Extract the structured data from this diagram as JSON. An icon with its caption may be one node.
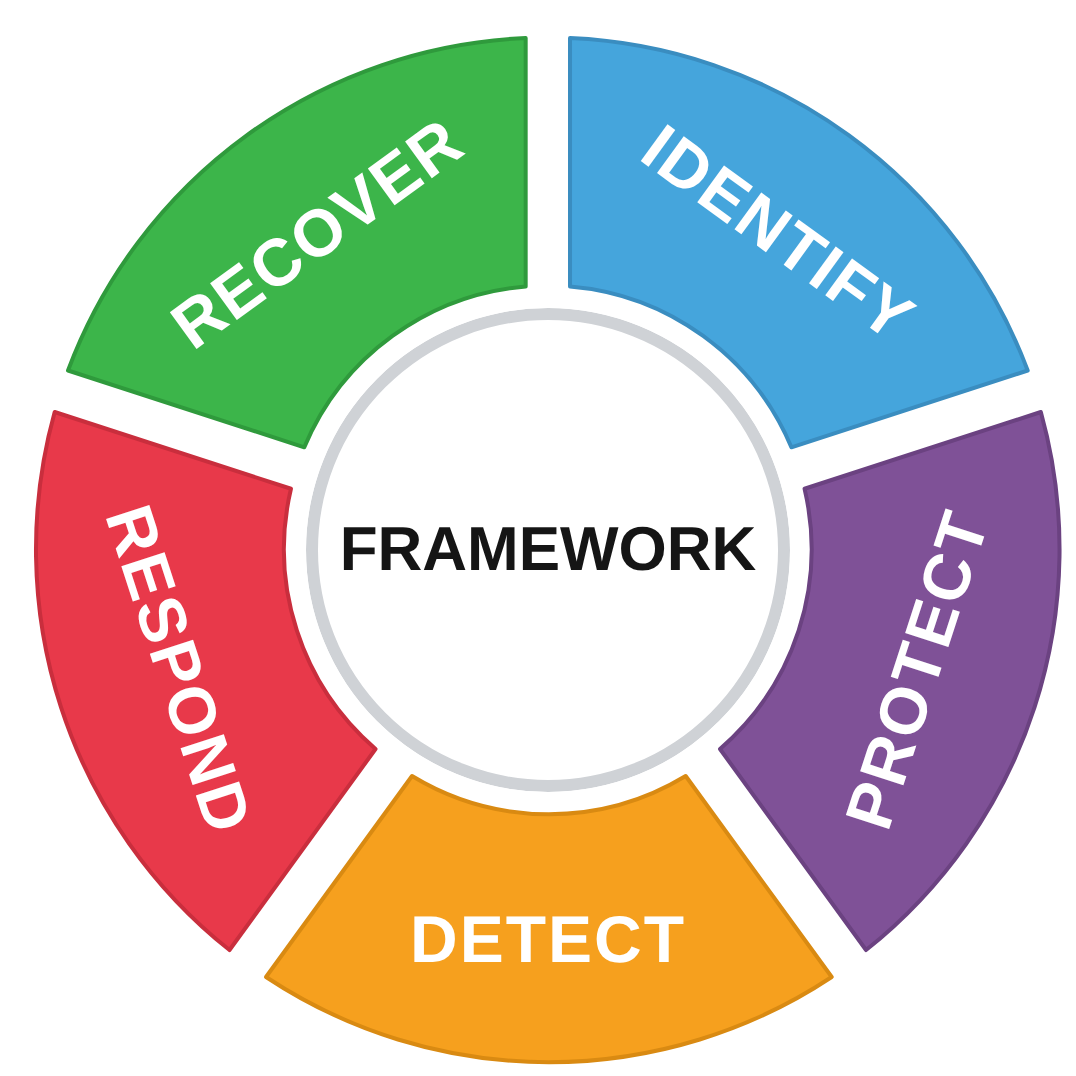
{
  "diagram": {
    "nodes": [
      {
        "text": [
          "FRAMEWORK"
        ]
      },
      {
        "text": [
          "IDENTIFY"
        ]
      },
      {
        "text": [
          "PROTECT"
        ]
      },
      {
        "text": [
          "DETECT"
        ]
      },
      {
        "text": [
          "RESPOND"
        ]
      },
      {
        "text": [
          "RECOVER"
        ]
      }
    ]
  }
}
